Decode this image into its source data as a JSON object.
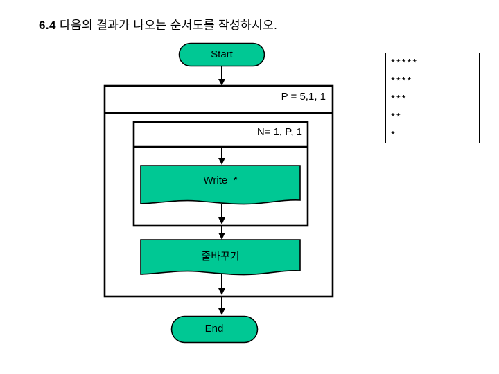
{
  "title": {
    "number": "6.4",
    "text": "다음의 결과가 나오는 순서도를 작성하시오."
  },
  "colors": {
    "shape_fill": "#00c894",
    "shape_stroke": "#000000",
    "background": "#ffffff",
    "text": "#000000"
  },
  "flowchart": {
    "start": {
      "label": "Start",
      "shape": "terminator"
    },
    "outer_loop": {
      "label": "P = 5,1, 1",
      "shape": "loop-box"
    },
    "inner_loop": {
      "label": "N= 1, P, 1",
      "shape": "loop-box"
    },
    "write_step": {
      "label": "Write  *",
      "shape": "document"
    },
    "newline_step": {
      "label": "줄바꾸기",
      "shape": "document"
    },
    "end": {
      "label": "End",
      "shape": "terminator"
    },
    "connectors": [
      {
        "from": "start",
        "to": "outer_loop",
        "arrow": "down-arrow"
      },
      {
        "from": "inner_loop_header",
        "to": "write_step",
        "arrow": "down-arrow"
      },
      {
        "from": "write_step",
        "to": "inner_loop_footer",
        "arrow": "down-arrow"
      },
      {
        "from": "inner_loop_footer",
        "to": "newline_step",
        "arrow": "down-arrow"
      },
      {
        "from": "newline_step",
        "to": "outer_loop_footer",
        "arrow": "down-arrow"
      },
      {
        "from": "outer_loop_footer",
        "to": "end",
        "arrow": "down-arrow"
      }
    ]
  },
  "output_panel": {
    "lines": [
      "*****",
      "****",
      "***",
      "**",
      "*"
    ]
  }
}
